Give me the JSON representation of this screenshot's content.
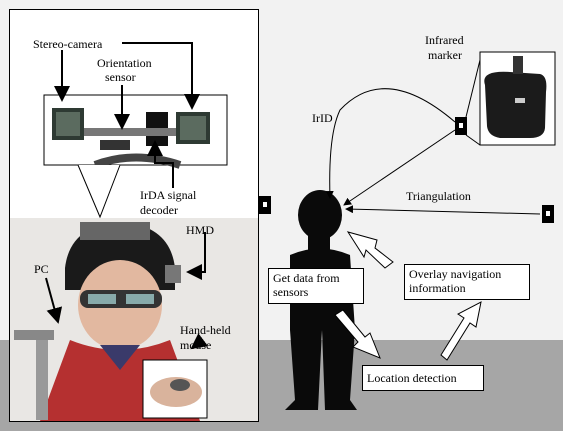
{
  "labels": {
    "stereo_camera": "Stereo-camera",
    "orientation_sensor_1": "Orientation",
    "orientation_sensor_2": "sensor",
    "irda_decoder_1": "IrDA signal",
    "irda_decoder_2": "decoder",
    "hmd": "HMD",
    "pc": "PC",
    "mouse_1": "Hand-held",
    "mouse_2": "mouse",
    "infrared_marker_1": "Infrared",
    "infrared_marker_2": "marker",
    "irid": "IrID",
    "triangulation": "Triangulation"
  },
  "boxes": {
    "get_data_1": "Get data from",
    "get_data_2": "sensors",
    "overlay_1": "Overlay navigation",
    "overlay_2": "information",
    "location": "Location detection"
  },
  "colors": {
    "wall": "#f2f2f2",
    "floor": "#a6a6a6",
    "silhouette": "#0a0a0a",
    "panel_border": "#000000"
  }
}
